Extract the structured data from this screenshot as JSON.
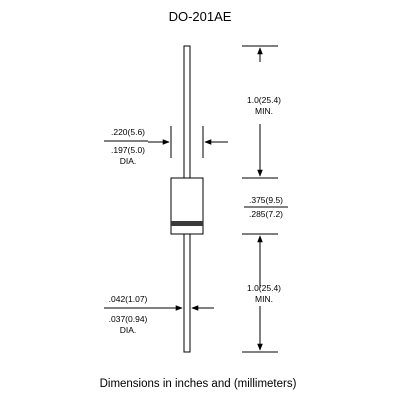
{
  "title": "DO-201AE",
  "caption": "Dimensions in inches and (millimeters)",
  "dimensions": {
    "top_lead_length": {
      "value": "1.0(25.4)",
      "note": "MIN."
    },
    "bottom_lead_length": {
      "value": "1.0(25.4)",
      "note": "MIN."
    },
    "body_diameter": {
      "max": ".220(5.6)",
      "min": ".197(5.0)",
      "note": "DIA."
    },
    "body_length": {
      "max": ".375(9.5)",
      "min": ".285(7.2)"
    },
    "lead_diameter": {
      "max": ".042(1.07)",
      "min": ".037(0.94)",
      "note": "DIA."
    }
  },
  "colors": {
    "ink": "#000000",
    "cathode_band": "#3a3a3a",
    "background": "#ffffff"
  }
}
